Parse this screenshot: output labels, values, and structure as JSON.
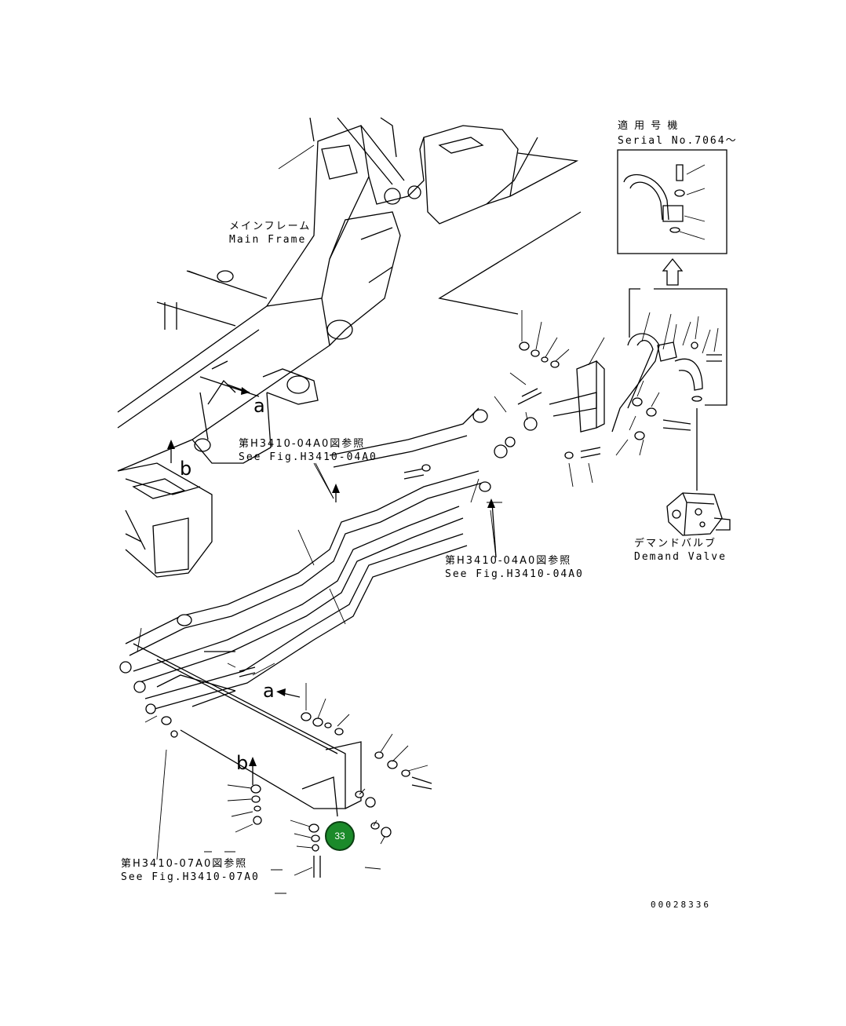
{
  "labels": {
    "serial_jp": "適 用 号 機",
    "serial_en": "Serial No.7064〜",
    "main_frame_jp": "メインフレーム",
    "main_frame_en": "Main Frame",
    "see_fig_upper_jp": "第H3410-04A0図参照",
    "see_fig_upper_en": "See Fig.H3410-04A0",
    "see_fig_mid_jp": "第H3410-04A0図参照",
    "see_fig_mid_en": "See Fig.H3410-04A0",
    "see_fig_lower_jp": "第H3410-07A0図参照",
    "see_fig_lower_en": "See Fig.H3410-07A0",
    "demand_valve_jp": "デマンドバルブ",
    "demand_valve_en": "Demand Valve",
    "view_a_upper": "a",
    "view_b_upper": "b",
    "view_a_lower": "a",
    "view_b_lower": "b",
    "drawing_number": "00028336"
  },
  "callouts": [
    {
      "number": "33",
      "color": "#1b8a2a"
    }
  ]
}
